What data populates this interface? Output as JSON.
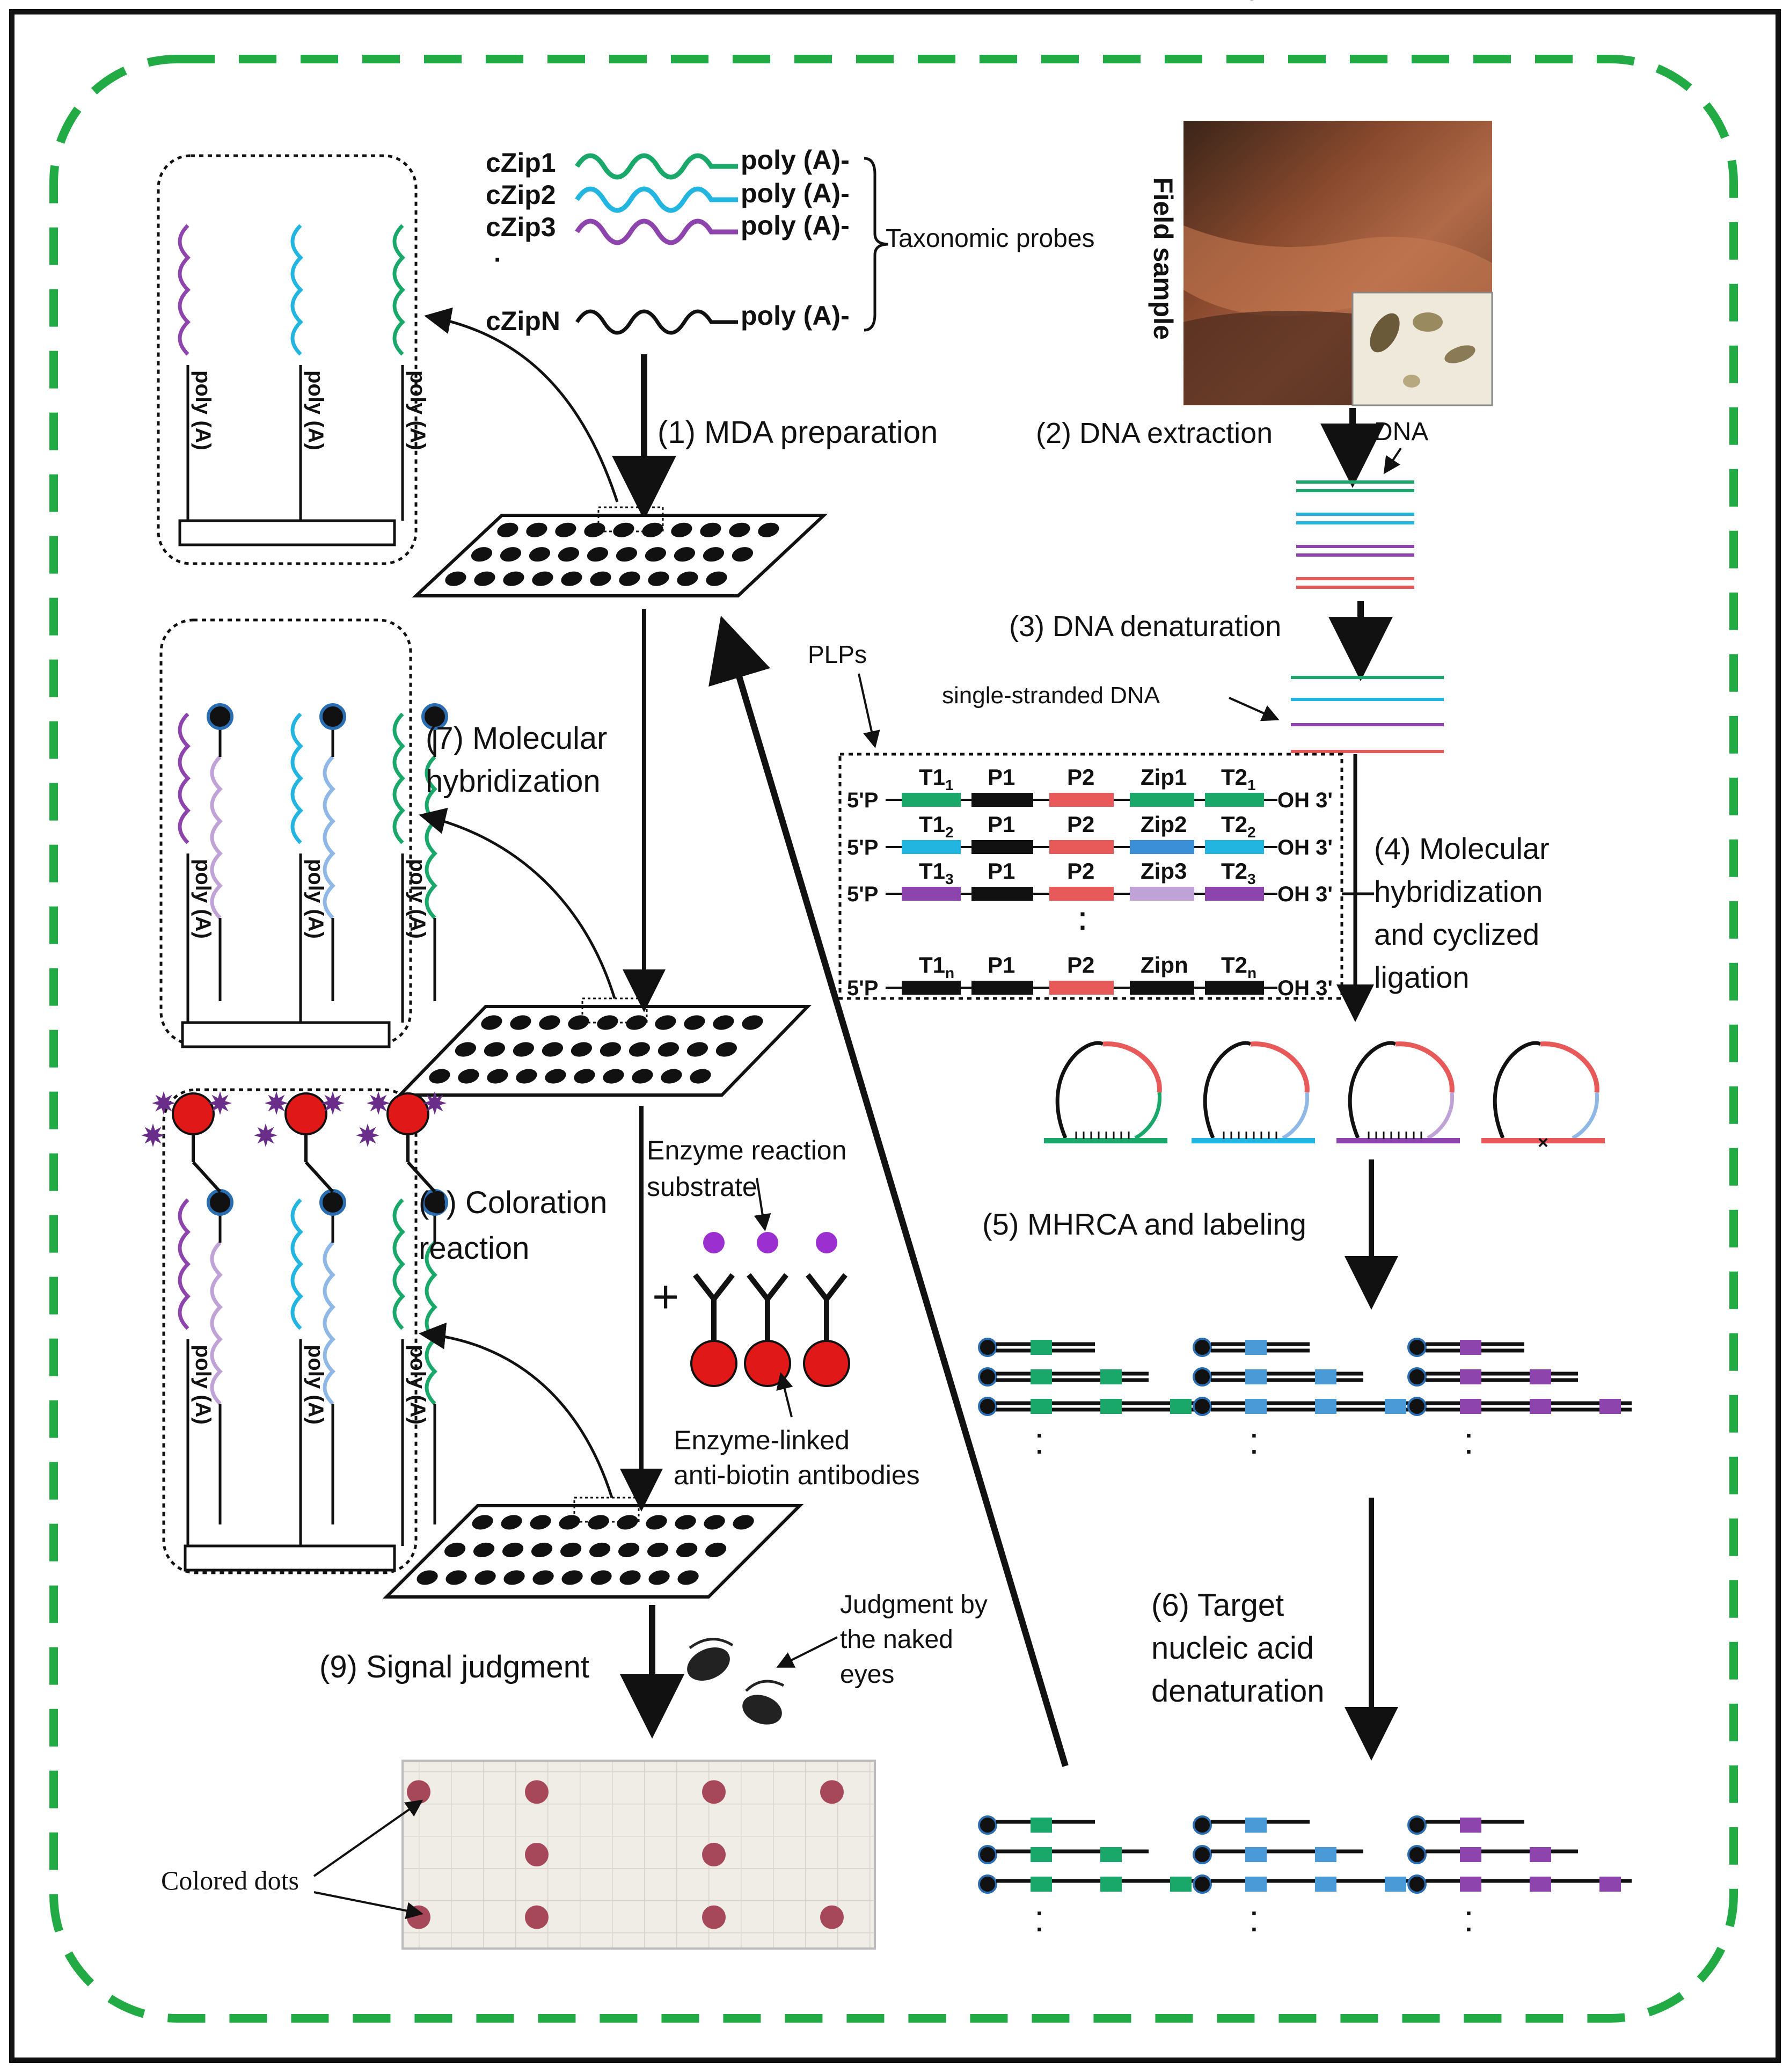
{
  "probes": {
    "names": [
      "cZip1",
      "cZip2",
      "cZip3",
      "cZipN"
    ],
    "tail": [
      "poly (A)-",
      "poly (A)-",
      "poly (A)-",
      "poly (A)-"
    ],
    "group_label": "Taxonomic probes",
    "colors": [
      "#1aa86a",
      "#22b5e0",
      "#8e44ad",
      "#111111"
    ]
  },
  "sample": {
    "label": "Field sample"
  },
  "steps": {
    "s1": "(1) MDA preparation",
    "s2": "(2) DNA extraction",
    "s2_dna": "DNA",
    "s3": "(3) DNA denaturation",
    "s3_ss": "single-stranded DNA",
    "plps": "PLPs",
    "s4": [
      "(4) Molecular",
      "hybridization",
      "and cyclized",
      "ligation"
    ],
    "s5": "(5) MHRCA and labeling",
    "s6": [
      "(6) Target",
      "nucleic acid",
      "denaturation"
    ],
    "s7": [
      "(7) Molecular",
      "hybridization"
    ],
    "s8": [
      "(8) Coloration",
      "reaction"
    ],
    "s9": "(9) Signal judgment",
    "enzyme_substrate": [
      "Enzyme reaction",
      "substrate"
    ],
    "antibodies": [
      "Enzyme-linked",
      "anti-biotin antibodies"
    ],
    "naked_eye": [
      "Judgment by",
      "the naked",
      "eyes"
    ],
    "colored_dots": "Colored dots"
  },
  "poly_a": "poly (A)",
  "plp_rows": [
    {
      "p5": "5'P",
      "t": "T1",
      "tsub": "1",
      "p1": "P1",
      "p2": "P2",
      "zip": "Zip1",
      "t2": "T2",
      "t2sub": "1",
      "oh": "OH 3'"
    },
    {
      "p5": "5'P",
      "t": "T1",
      "tsub": "2",
      "p1": "P1",
      "p2": "P2",
      "zip": "Zip2",
      "t2": "T2",
      "t2sub": "2",
      "oh": "OH 3'"
    },
    {
      "p5": "5'P",
      "t": "T1",
      "tsub": "3",
      "p1": "P1",
      "p2": "P2",
      "zip": "Zip3",
      "t2": "T2",
      "t2sub": "3",
      "oh": "OH 3'"
    },
    {
      "p5": "5'P",
      "t": "T1",
      "tsub": "n",
      "p1": "P1",
      "p2": "P2",
      "zip": "Zipn",
      "t2": "T2",
      "t2sub": "n",
      "oh": "OH 3'"
    }
  ],
  "zips_mhrca": [
    "Zip1",
    "Zip2",
    "Zip3"
  ],
  "zips_denat": [
    "Zip1",
    "Zip2",
    "Zip3"
  ],
  "colors": {
    "green": "#1aa86a",
    "cyan": "#22b5e0",
    "purple": "#8e44ad",
    "lavender": "#c0a3d6",
    "lightblue": "#8fb8e6",
    "red": "#e85a5a",
    "border_green": "#22aa44",
    "dot": "#a7475a"
  },
  "dot_grid": {
    "rows": 3,
    "cols": 8,
    "filled": [
      [
        1,
        0,
        1,
        0,
        0,
        1,
        0,
        1
      ],
      [
        0,
        0,
        1,
        0,
        0,
        1,
        0,
        0
      ],
      [
        1,
        0,
        1,
        0,
        0,
        1,
        0,
        1
      ]
    ]
  }
}
